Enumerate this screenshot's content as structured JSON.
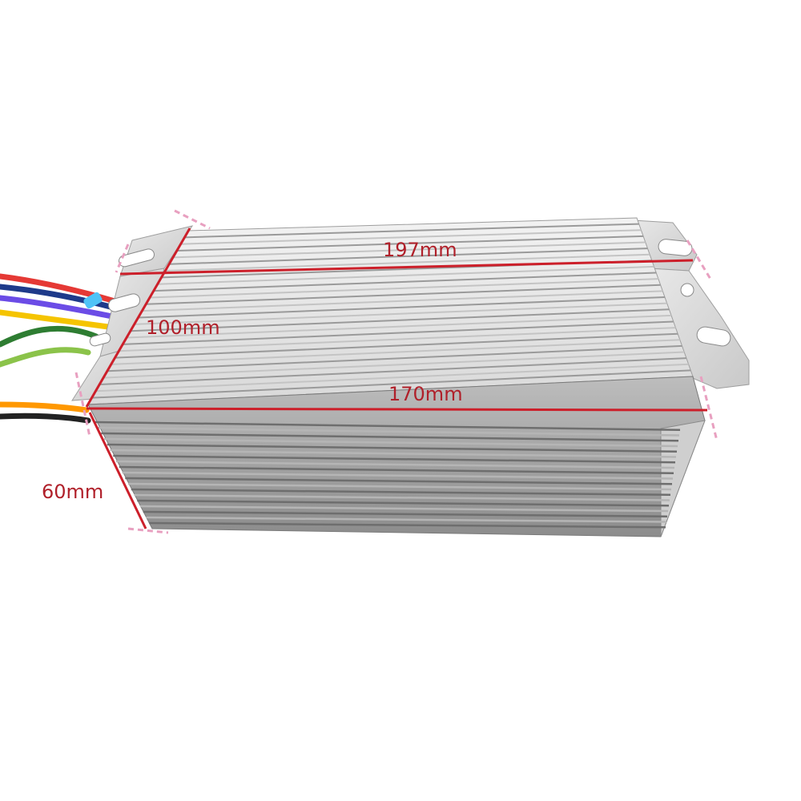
{
  "colors": {
    "background": "#ffffff",
    "dimension_line": "#cc1f2a",
    "dimension_text": "#b0202a",
    "extension_tick": "#e8a0c0",
    "housing_fin_light": "#e6e6e6",
    "housing_fin_dark": "#7f7f7f",
    "bracket": "#dcdcdc"
  },
  "dimensions": {
    "top_length": "197mm",
    "top_width": "100mm",
    "bottom_length": "170mm",
    "height": "60mm"
  },
  "wire_colors": [
    "#e53935",
    "#1e3a8a",
    "#6b4ce6",
    "#f5c400",
    "#2e7d32",
    "#8bc34a",
    "#ffffff",
    "#ff9800",
    "#222222"
  ]
}
